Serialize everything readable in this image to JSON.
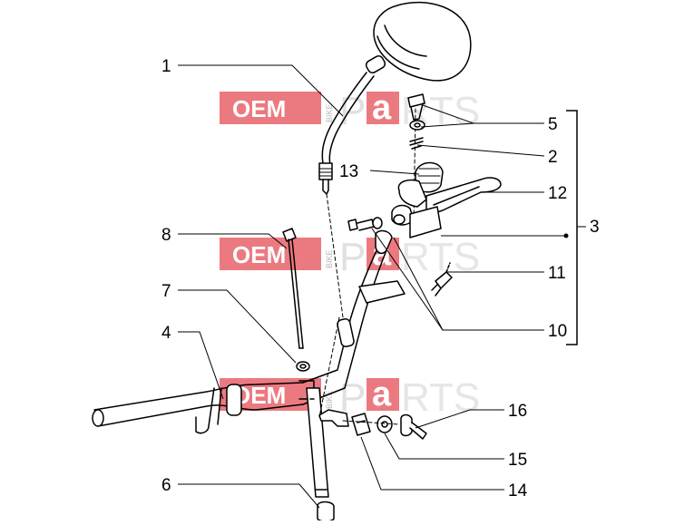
{
  "diagram": {
    "callouts": {
      "c1": "1",
      "c2": "2",
      "c3": "3",
      "c4": "4",
      "c5": "5",
      "c6": "6",
      "c7": "7",
      "c8": "8",
      "c10": "10",
      "c11": "11",
      "c12": "12",
      "c13": "13",
      "c14": "14",
      "c15": "15",
      "c16": "16"
    },
    "watermark": {
      "oem": "OEM",
      "bike": "BIKE",
      "p": "P",
      "a": "a",
      "rts": "RTS"
    },
    "colors": {
      "line": "#000000",
      "watermark_red": "#e8636a",
      "watermark_gray": "#e3e3e3"
    }
  }
}
